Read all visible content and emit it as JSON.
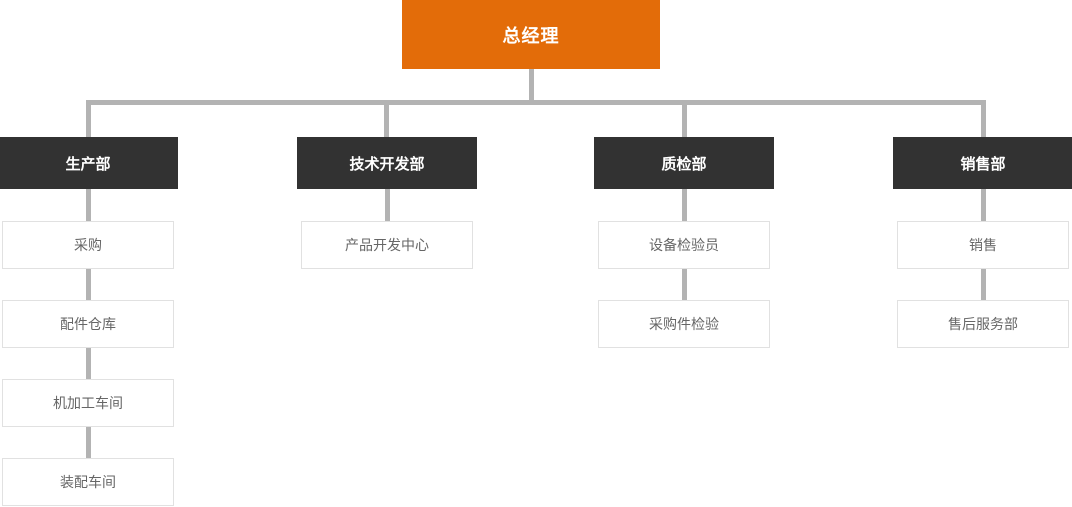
{
  "chart": {
    "type": "org-chart",
    "root": {
      "label": "总经理"
    },
    "departments": [
      {
        "label": "生产部",
        "children": [
          "采购",
          "配件仓库",
          "机加工车间",
          "装配车间"
        ]
      },
      {
        "label": "技术开发部",
        "children": [
          "产品开发中心"
        ]
      },
      {
        "label": "质检部",
        "children": [
          "设备检验员",
          "采购件检验"
        ]
      },
      {
        "label": "销售部",
        "children": [
          "销售",
          "售后服务部"
        ]
      }
    ],
    "colors": {
      "root-bg": "#E36C09",
      "root-text": "#FFFFFF",
      "dept-bg": "#323232",
      "dept-text": "#FFFFFF",
      "node-bg": "#FFFFFF",
      "node-border": "#E1E1E1",
      "node-text": "#666666",
      "connector": "#B3B3B3"
    }
  }
}
